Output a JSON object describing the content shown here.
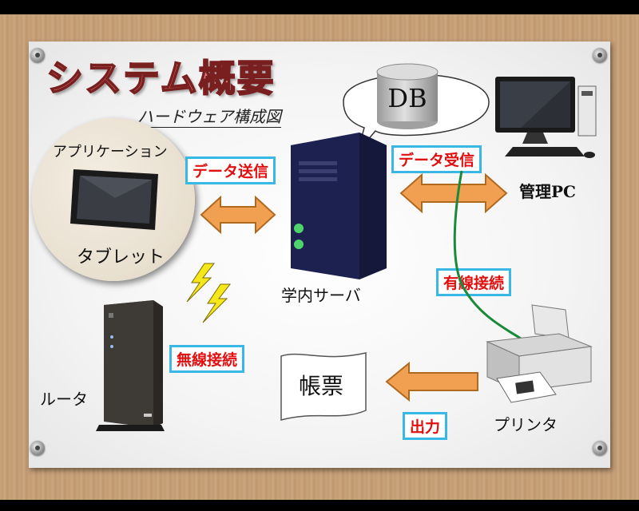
{
  "title": "システム概要",
  "subtitle": "ハードウェア構成図",
  "db_label": "DB",
  "server_label": "学内サーバ",
  "tablet_top_label": "アプリケーション",
  "tablet_bottom_label": "タブレット",
  "pc_label": "管理PC",
  "router_label": "ルータ",
  "printer_label": "プリンタ",
  "receipt_label": "帳票",
  "tags": {
    "send": "データ送信",
    "receive": "データ受信",
    "wired": "有線接続",
    "wireless": "無線接続",
    "output": "出力"
  },
  "colors": {
    "tag_border": "#39b8e6",
    "tag_text": "#e01010",
    "arrow": "#f0a050",
    "cable": "#1a8a3a"
  }
}
